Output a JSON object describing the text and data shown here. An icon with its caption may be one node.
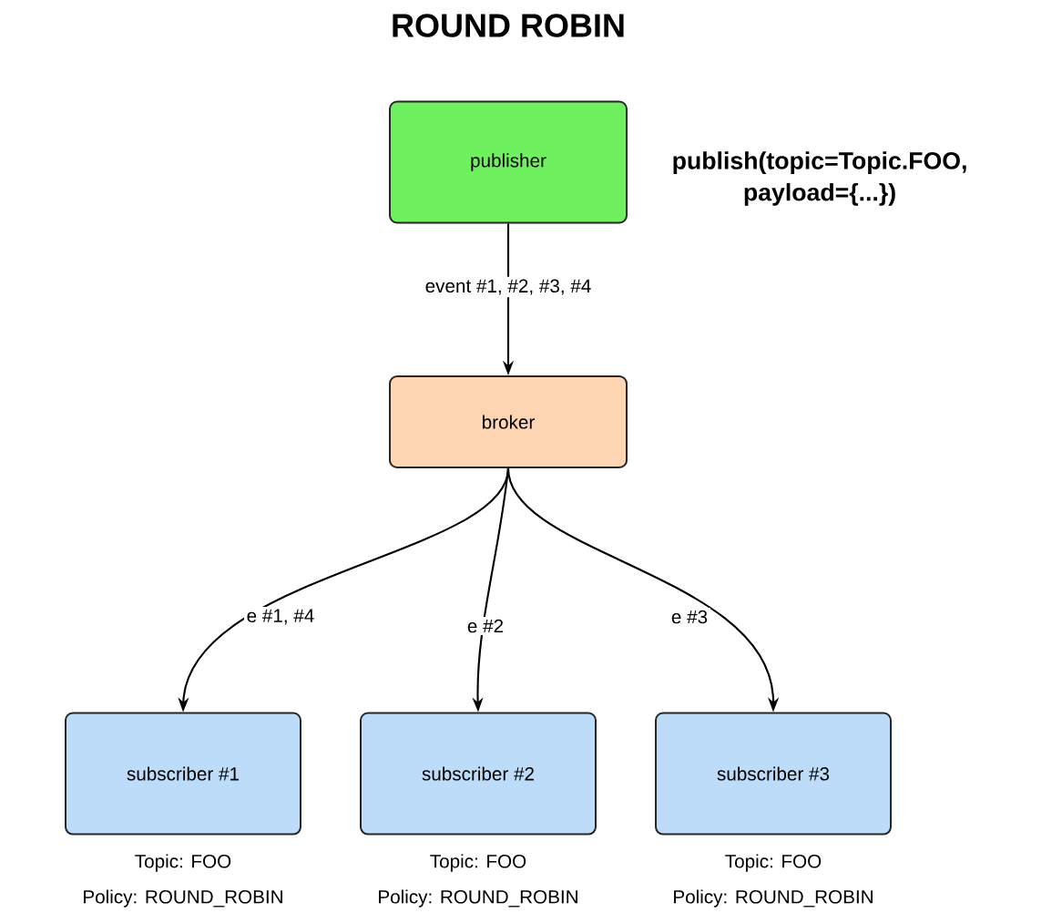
{
  "diagram": {
    "title": "ROUND ROBIN",
    "nodes": [
      {
        "text": [
          "publisher"
        ]
      },
      {
        "text": [
          "broker"
        ]
      },
      {
        "text": [
          "subscriber #1"
        ],
        "beside": [
          "Topic: FOO",
          "Policy: ROUND_ROBIN"
        ]
      },
      {
        "text": [
          "subscriber #2"
        ],
        "beside": [
          "Topic: FOO",
          "Policy: ROUND_ROBIN"
        ]
      },
      {
        "text": [
          "subscriber #3"
        ],
        "beside": [
          "Topic: FOO",
          "Policy: ROUND_ROBIN"
        ]
      }
    ],
    "edges": [
      {
        "from": 0,
        "to": 1,
        "arrow": "to",
        "label": "event #1, #2, #3, #4"
      },
      {
        "from": 1,
        "to": 2,
        "arrow": "to",
        "label": "e #1, #4"
      },
      {
        "from": 1,
        "to": 3,
        "arrow": "to",
        "label": "e #2"
      },
      {
        "from": 1,
        "to": 4,
        "arrow": "to",
        "label": "e #3"
      }
    ],
    "labels": [
      "publish(topic=Topic.FOO, payload={...})"
    ]
  }
}
